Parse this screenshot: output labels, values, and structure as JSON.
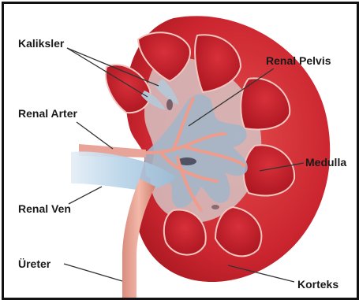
{
  "labels": {
    "calyces": "Kaliksler",
    "renal_pelvis": "Renal Pelvis",
    "renal_artery": "Renal Arter",
    "medulla": "Medulla",
    "renal_vein": "Renal Ven",
    "ureter": "Üreter",
    "cortex": "Korteks"
  },
  "colors": {
    "cortex_red": "#c8202a",
    "cortex_dark": "#a0141c",
    "medulla": "#b81a22",
    "pelvis_gray": "#aab8c8",
    "vein_blue": "#a9c9e0",
    "artery_pink": "#e89a8a",
    "frame": "#111111",
    "label": "#1a1a1a"
  }
}
